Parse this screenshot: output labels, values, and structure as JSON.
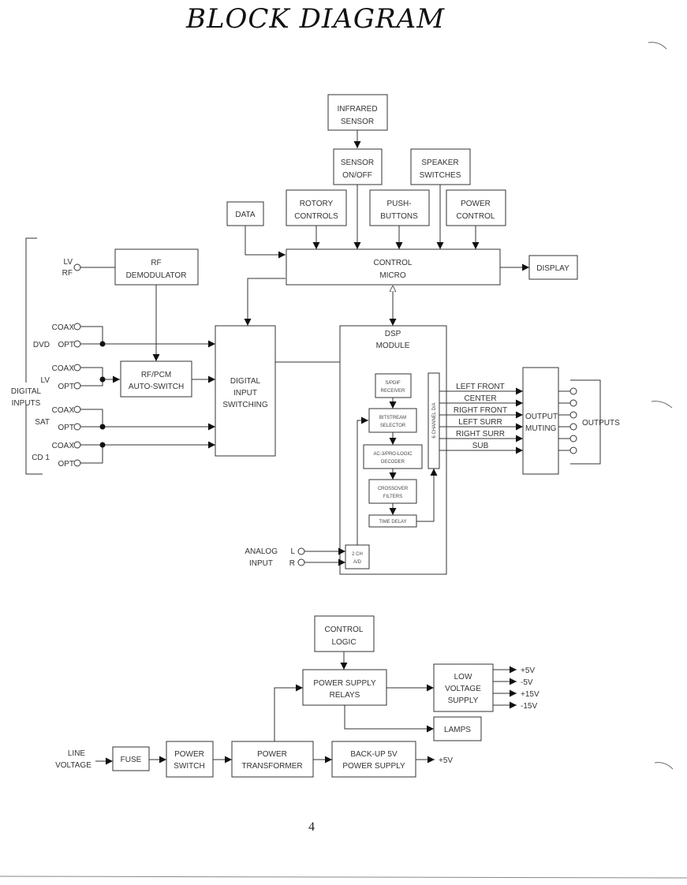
{
  "title": "BLOCK DIAGRAM",
  "page_number": "4",
  "control_section": {
    "infrared_sensor": [
      "INFRARED",
      "SENSOR"
    ],
    "sensor_onoff": [
      "SENSOR",
      "ON/OFF"
    ],
    "speaker_switches": [
      "SPEAKER",
      "SWITCHES"
    ],
    "rotory_controls": [
      "ROTORY",
      "CONTROLS"
    ],
    "push_buttons": [
      "PUSH-",
      "BUTTONS"
    ],
    "power_control": [
      "POWER",
      "CONTROL"
    ],
    "data": "DATA",
    "control_micro": [
      "CONTROL",
      "MICRO"
    ],
    "display": "DISPLAY"
  },
  "inputs": {
    "group_label": [
      "DIGITAL",
      "INPUTS"
    ],
    "lv_rf": [
      "LV",
      "RF"
    ],
    "rf_demodulator": [
      "RF",
      "DEMODULATOR"
    ],
    "sources": [
      {
        "name": "DVD",
        "jacks": [
          "COAX",
          "OPT"
        ]
      },
      {
        "name": "LV",
        "jacks": [
          "COAX",
          "OPT"
        ]
      },
      {
        "name": "SAT",
        "jacks": [
          "COAX",
          "OPT"
        ]
      },
      {
        "name": "CD 1",
        "jacks": [
          "COAX",
          "OPT"
        ]
      }
    ],
    "rf_pcm_autoswitch": [
      "RF/PCM",
      "AUTO-SWITCH"
    ],
    "digital_input_switching": [
      "DIGITAL",
      "INPUT",
      "SWITCHING"
    ]
  },
  "dsp": {
    "module": [
      "DSP",
      "MODULE"
    ],
    "spdif_receiver": [
      "S/PDIF",
      "RECEIVER"
    ],
    "bitstream_selector": [
      "BITSTREAM",
      "SELECTOR"
    ],
    "ac3_decoder": [
      "AC-3/PRO-LOGIC",
      "DECODER"
    ],
    "crossover_filters": [
      "CROSSOVER",
      "FILTERS"
    ],
    "time_delay": "TIME DELAY",
    "dac": "6 CHANNEL D/A",
    "adc": [
      "2 CH",
      "A/D"
    ],
    "analog_input": [
      "ANALOG",
      "INPUT"
    ],
    "analog_channels": [
      "L",
      "R"
    ]
  },
  "outputs": {
    "channels": [
      "LEFT FRONT",
      "CENTER",
      "RIGHT FRONT",
      "LEFT SURR",
      "RIGHT SURR",
      "SUB"
    ],
    "output_muting": [
      "OUTPUT",
      "MUTING"
    ],
    "group_label": "OUTPUTS"
  },
  "power_section": {
    "control_logic": [
      "CONTROL",
      "LOGIC"
    ],
    "power_supply_relays": [
      "POWER SUPPLY",
      "RELAYS"
    ],
    "low_voltage_supply": [
      "LOW",
      "VOLTAGE",
      "SUPPLY"
    ],
    "low_voltage_outputs": [
      "+5V",
      "-5V",
      "+15V",
      "-15V"
    ],
    "lamps": "LAMPS",
    "line_voltage": [
      "LINE",
      "VOLTAGE"
    ],
    "fuse": "FUSE",
    "power_switch": [
      "POWER",
      "SWITCH"
    ],
    "power_transformer": [
      "POWER",
      "TRANSFORMER"
    ],
    "backup_supply": [
      "BACK-UP 5V",
      "POWER SUPPLY"
    ],
    "backup_output": "+5V"
  }
}
